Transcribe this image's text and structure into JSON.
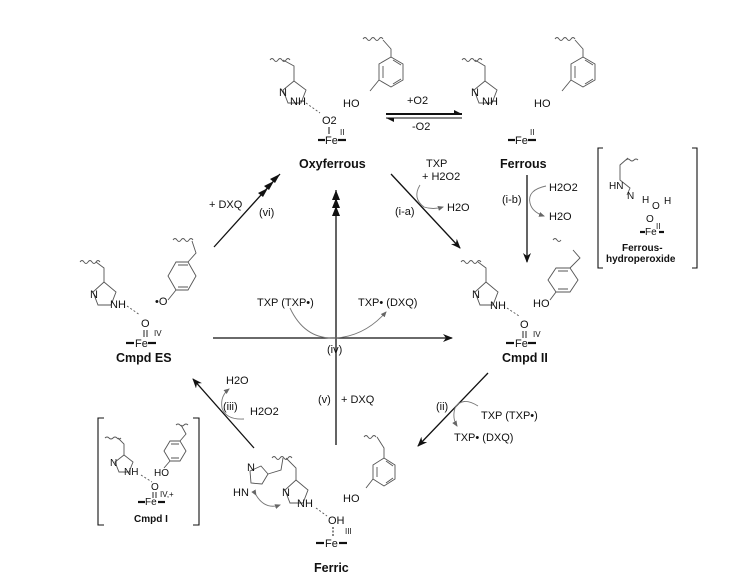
{
  "species": {
    "oxyferrous": {
      "name": "Oxyferrous",
      "ligand": "O2",
      "fe": "Fe",
      "ox": "II",
      "his": "NH",
      "his_n": "N",
      "tyr": "HO"
    },
    "ferrous": {
      "name": "Ferrous",
      "fe": "Fe",
      "ox": "II",
      "his": "NH",
      "his_n": "N",
      "tyr": "HO"
    },
    "ferrous_hydroperoxide": {
      "name_line1": "Ferrous-",
      "name_line2": "hydroperoxide",
      "fe": "Fe",
      "ox": "II",
      "hn": "HN",
      "n": "N",
      "h1": "H",
      "o1": "O",
      "h2": "H",
      "o2": "O"
    },
    "cmpd_es": {
      "name": "Cmpd ES",
      "ligand": "O",
      "fe": "Fe",
      "ox": "IV",
      "his": "NH",
      "his_n": "N",
      "tyr": "•O"
    },
    "cmpd_ii": {
      "name": "Cmpd II",
      "ligand": "O",
      "fe": "Fe",
      "ox": "IV",
      "his": "NH",
      "his_n": "N",
      "tyr": "HO"
    },
    "cmpd_i": {
      "name": "Cmpd I",
      "ligand": "O",
      "fe": "Fe",
      "ox": "IV,+",
      "his": "NH",
      "his_n": "N",
      "tyr": "HO"
    },
    "ferric": {
      "name": "Ferric",
      "ligand": "OH",
      "fe": "Fe",
      "ox": "III",
      "his": "NH",
      "his_n": "N",
      "his2_hn": "HN",
      "his2_n": "N",
      "tyr": "HO"
    }
  },
  "reactions": {
    "o2_forward": "+O2",
    "o2_reverse": "-O2",
    "i_a": {
      "label": "(i-a)",
      "reagent1": "TXP",
      "reagent2": "+ H2O2",
      "product": "H2O"
    },
    "i_b": {
      "label": "(i-b)",
      "reagent": "H2O2",
      "product": "H2O"
    },
    "ii": {
      "label": "(ii)",
      "reagent": "TXP (TXP•)",
      "product": "TXP• (DXQ)"
    },
    "iii": {
      "label": "(iii)",
      "reagent": "H2O2",
      "product": "H2O"
    },
    "iv": {
      "label": "(iv)",
      "reagent": "TXP (TXP•)",
      "product": "TXP• (DXQ)"
    },
    "v": {
      "label": "(v)",
      "reagent": "+ DXQ"
    },
    "vi": {
      "label": "(vi)",
      "reagent": "+ DXQ"
    }
  }
}
